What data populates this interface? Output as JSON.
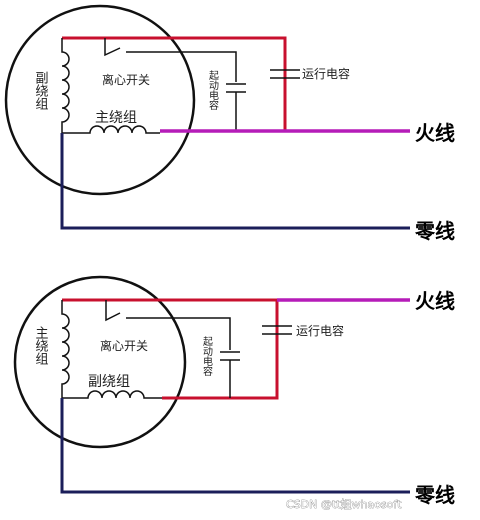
{
  "colors": {
    "red_wire": "#c8102e",
    "magenta_wire": "#b51cb8",
    "navy_wire": "#1b1e5a",
    "black_line": "#111111"
  },
  "diagram_top": {
    "aux_winding": "副绕组",
    "main_winding": "主绕组",
    "centrifugal_switch": "离心开关",
    "start_capacitor": "起动电容",
    "run_capacitor": "运行电容",
    "live_wire": "火线",
    "neutral_wire": "零线"
  },
  "diagram_bottom": {
    "main_winding": "主绕组",
    "aux_winding": "副绕组",
    "centrifugal_switch": "离心开关",
    "start_capacitor": "起动电容",
    "run_capacitor": "运行电容",
    "live_wire": "火线",
    "neutral_wire": "零线"
  },
  "watermark": "CSDN @tt姐whaosoft"
}
